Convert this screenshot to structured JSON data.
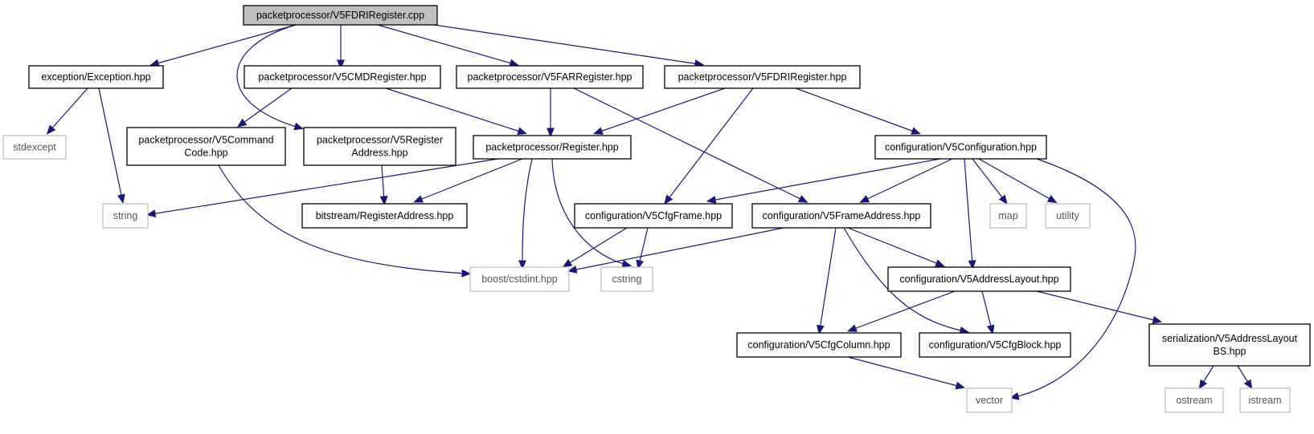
{
  "diagram": {
    "title": "",
    "edge_color": "#191970",
    "root_fill": "#bfbfbf",
    "nodes": [
      {
        "id": "root",
        "lines": [
          "packetprocessor/V5FDRIRegister.cpp"
        ]
      },
      {
        "id": "exception",
        "lines": [
          "exception/Exception.hpp"
        ]
      },
      {
        "id": "cmdreg",
        "lines": [
          "packetprocessor/V5CMDRegister.hpp"
        ]
      },
      {
        "id": "farreg",
        "lines": [
          "packetprocessor/V5FARRegister.hpp"
        ]
      },
      {
        "id": "fdrireg",
        "lines": [
          "packetprocessor/V5FDRIRegister.hpp"
        ]
      },
      {
        "id": "stdexcept",
        "lines": [
          "stdexcept"
        ]
      },
      {
        "id": "cmdcode",
        "lines": [
          "packetprocessor/V5Command",
          "Code.hpp"
        ]
      },
      {
        "id": "regaddr",
        "lines": [
          "packetprocessor/V5Register",
          "Address.hpp"
        ]
      },
      {
        "id": "register",
        "lines": [
          "packetprocessor/Register.hpp"
        ]
      },
      {
        "id": "config",
        "lines": [
          "configuration/V5Configuration.hpp"
        ]
      },
      {
        "id": "string",
        "lines": [
          "string"
        ]
      },
      {
        "id": "bsregaddr",
        "lines": [
          "bitstream/RegisterAddress.hpp"
        ]
      },
      {
        "id": "cfgframe",
        "lines": [
          "configuration/V5CfgFrame.hpp"
        ]
      },
      {
        "id": "frameaddr",
        "lines": [
          "configuration/V5FrameAddress.hpp"
        ]
      },
      {
        "id": "map",
        "lines": [
          "map"
        ]
      },
      {
        "id": "utility",
        "lines": [
          "utility"
        ]
      },
      {
        "id": "cstdint",
        "lines": [
          "boost/cstdint.hpp"
        ]
      },
      {
        "id": "cstring",
        "lines": [
          "cstring"
        ]
      },
      {
        "id": "addrlayout",
        "lines": [
          "configuration/V5AddressLayout.hpp"
        ]
      },
      {
        "id": "cfgcolumn",
        "lines": [
          "configuration/V5CfgColumn.hpp"
        ]
      },
      {
        "id": "cfgblock",
        "lines": [
          "configuration/V5CfgBlock.hpp"
        ]
      },
      {
        "id": "serlayout",
        "lines": [
          "serialization/V5AddressLayout",
          "BS.hpp"
        ]
      },
      {
        "id": "vector",
        "lines": [
          "vector"
        ]
      },
      {
        "id": "ostream",
        "lines": [
          "ostream"
        ]
      },
      {
        "id": "istream",
        "lines": [
          "istream"
        ]
      }
    ]
  }
}
